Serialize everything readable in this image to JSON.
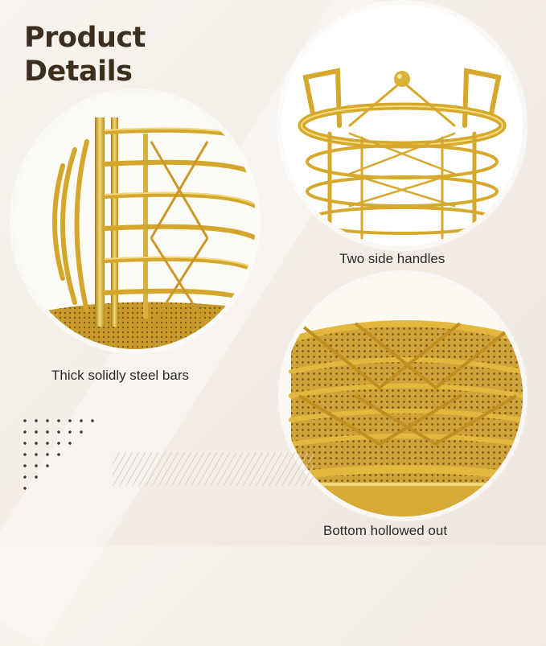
{
  "title": {
    "line1": "Product",
    "line2": "Details"
  },
  "captions": {
    "bars": "Thick solidly steel bars",
    "handles": "Two side handles",
    "bottom": "Bottom hollowed out"
  },
  "colors": {
    "title": "#3d2f1e",
    "gold": "#d9b23a",
    "gold_dark": "#a87d12",
    "gold_light": "#f3dc7c",
    "background": "#f5f0ea"
  }
}
